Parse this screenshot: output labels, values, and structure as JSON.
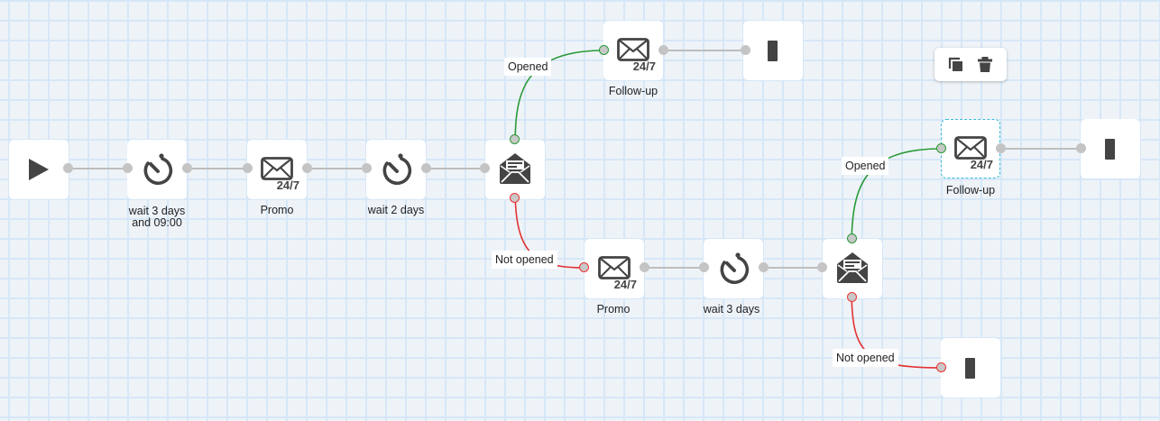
{
  "colors": {
    "wire": "#bdbdbd",
    "opened": "#2a9a37",
    "not_opened": "#e33333",
    "icon": "#444444",
    "selection": "#39b9d8"
  },
  "nodes": {
    "start": {
      "type": "start",
      "icon": "play-icon"
    },
    "wait1": {
      "type": "delay",
      "icon": "timer-icon",
      "label_line1": "wait 3 days",
      "label_line2": "and 09:00"
    },
    "promo1": {
      "type": "email",
      "icon": "envelope-icon",
      "badge": "24/7",
      "label": "Promo"
    },
    "wait2": {
      "type": "delay",
      "icon": "timer-icon",
      "label": "wait 2 days"
    },
    "cond1": {
      "type": "condition",
      "icon": "open-email-icon"
    },
    "followup1": {
      "type": "email",
      "icon": "envelope-icon",
      "badge": "24/7",
      "label": "Follow-up"
    },
    "end1": {
      "type": "end",
      "icon": "end-icon"
    },
    "promo2": {
      "type": "email",
      "icon": "envelope-icon",
      "badge": "24/7",
      "label": "Promo"
    },
    "wait3": {
      "type": "delay",
      "icon": "timer-icon",
      "label": "wait 3 days"
    },
    "cond2": {
      "type": "condition",
      "icon": "open-email-icon"
    },
    "followup2": {
      "type": "email",
      "icon": "envelope-icon",
      "badge": "24/7",
      "label": "Follow-up",
      "selected": true
    },
    "end2": {
      "type": "end",
      "icon": "end-icon"
    },
    "end3": {
      "type": "end",
      "icon": "end-icon"
    }
  },
  "edges": {
    "cond1_opened": "Opened",
    "cond1_not_opened": "Not opened",
    "cond2_opened": "Opened",
    "cond2_not_opened": "Not opened"
  },
  "toolbar": {
    "copy": "copy-icon",
    "delete": "trash-icon"
  }
}
